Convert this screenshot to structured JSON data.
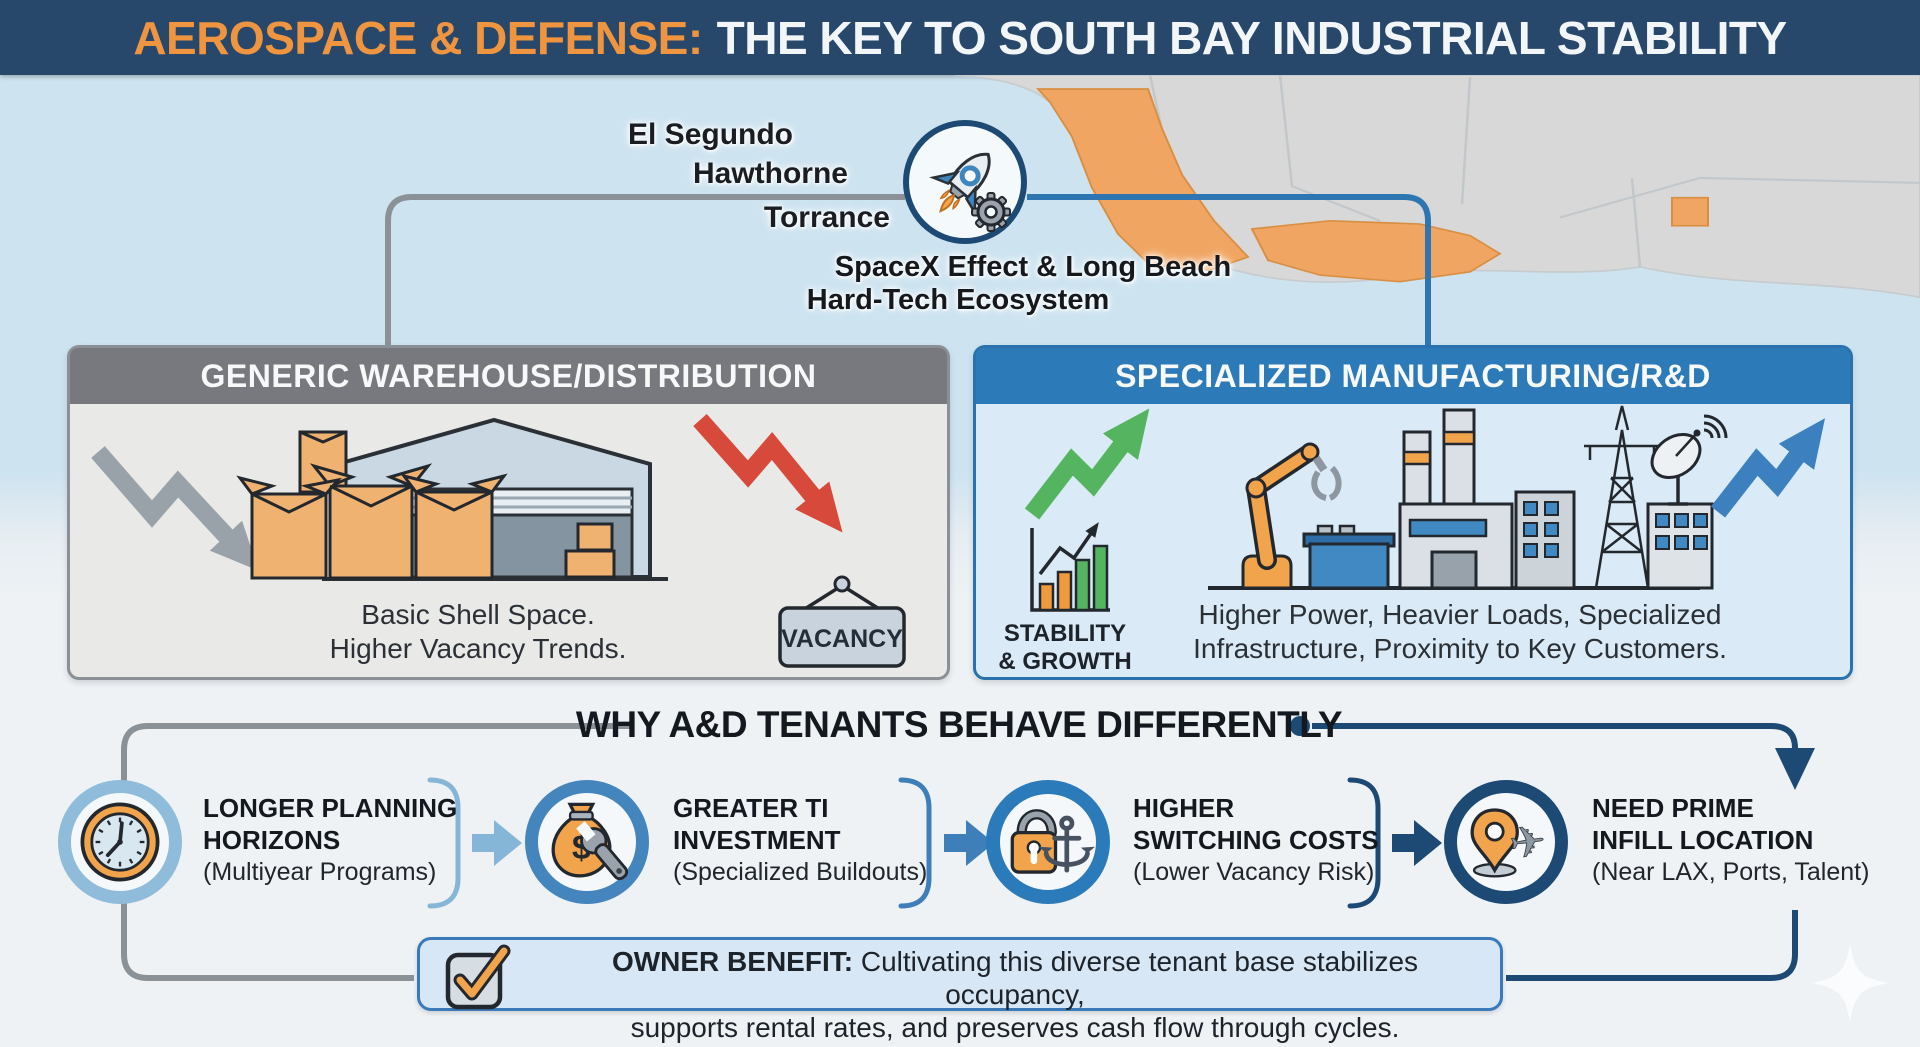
{
  "header": {
    "highlight": "AEROSPACE & DEFENSE:",
    "rest": "THE KEY TO SOUTH BAY INDUSTRIAL STABILITY"
  },
  "map": {
    "city_labels": [
      "El Segundo",
      "Hawthorne",
      "Torrance"
    ],
    "caption_line1": "SpaceX Effect & Long Beach",
    "caption_line2": "Hard-Tech Ecosystem",
    "icon": "rocket-gear-icon"
  },
  "left_panel": {
    "title": "GENERIC WAREHOUSE/DISTRIBUTION",
    "caption_line1": "Basic Shell Space.",
    "caption_line2": "Higher Vacancy Trends.",
    "vacancy_sign": "VACANCY"
  },
  "right_panel": {
    "title": "SPECIALIZED MANUFACTURING/R&D",
    "stability_line1": "STABILITY",
    "stability_line2": "& GROWTH",
    "caption_line1": "Higher Power, Heavier Loads, Specialized",
    "caption_line2": "Infrastructure, Proximity to Key Customers."
  },
  "why_section": {
    "title": "WHY A&D TENANTS BEHAVE DIFFERENTLY",
    "items": [
      {
        "icon": "clock-icon",
        "line1": "LONGER PLANNING",
        "line2": "HORIZONS",
        "sub": "(Multiyear Programs)"
      },
      {
        "icon": "money-bag-wrench-icon",
        "line1": "GREATER TI",
        "line2": "INVESTMENT",
        "sub": "(Specialized Buildouts)"
      },
      {
        "icon": "lock-anchor-icon",
        "line1": "HIGHER",
        "line2": "SWITCHING COSTS",
        "sub": "(Lower Vacancy Risk)"
      },
      {
        "icon": "location-plane-icon",
        "line1": "NEED PRIME",
        "line2": "INFILL LOCATION",
        "sub": "(Near LAX, Ports, Talent)"
      }
    ]
  },
  "owner_benefit": {
    "label": "OWNER BENEFIT:",
    "line1": "Cultivating this diverse tenant base stabilizes occupancy,",
    "line2": "supports rental rates, and preserves cash flow through cycles."
  },
  "colors": {
    "header_bg": "#27476b",
    "accent_orange": "#f0953f",
    "panel_gray_header": "#77797e",
    "panel_blue_header": "#2d7ab8",
    "navy": "#1d4a74",
    "green_arrow": "#55b45f",
    "red_arrow": "#d6493b",
    "blue_arrow": "#3c80bf",
    "gray_arrow": "#99a1a9",
    "map_highlight_orange": "#f0a662"
  }
}
